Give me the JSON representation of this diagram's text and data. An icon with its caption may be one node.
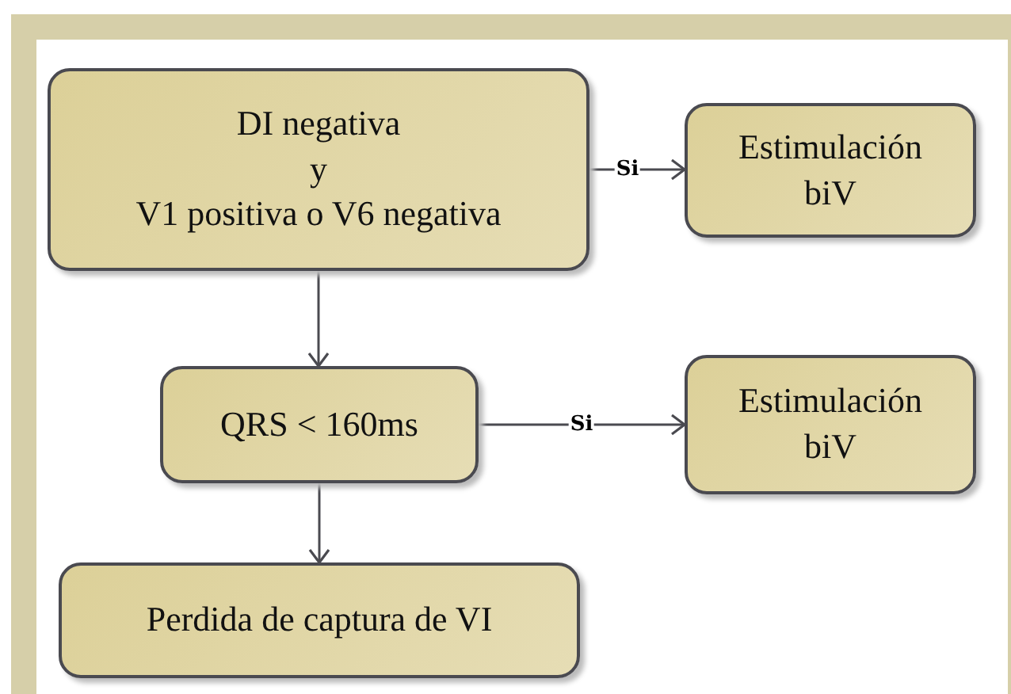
{
  "diagram": {
    "nodes": [
      {
        "text": [
          "DI negativa",
          "y",
          "V1 positiva o V6 negativa"
        ]
      },
      {
        "text": [
          "Estimulación biV"
        ]
      },
      {
        "text": [
          "QRS < 160ms"
        ]
      },
      {
        "text": [
          "Estimulación biV"
        ]
      },
      {
        "text": [
          "Perdida de captura de VI"
        ]
      }
    ],
    "edges": [
      {
        "from": 0,
        "to": 1,
        "arrow": "to",
        "label": "Si"
      },
      {
        "from": 0,
        "to": 2,
        "arrow": "to"
      },
      {
        "from": 2,
        "to": 3,
        "arrow": "to",
        "label": "Si"
      },
      {
        "from": 2,
        "to": 4,
        "arrow": "to"
      }
    ]
  }
}
